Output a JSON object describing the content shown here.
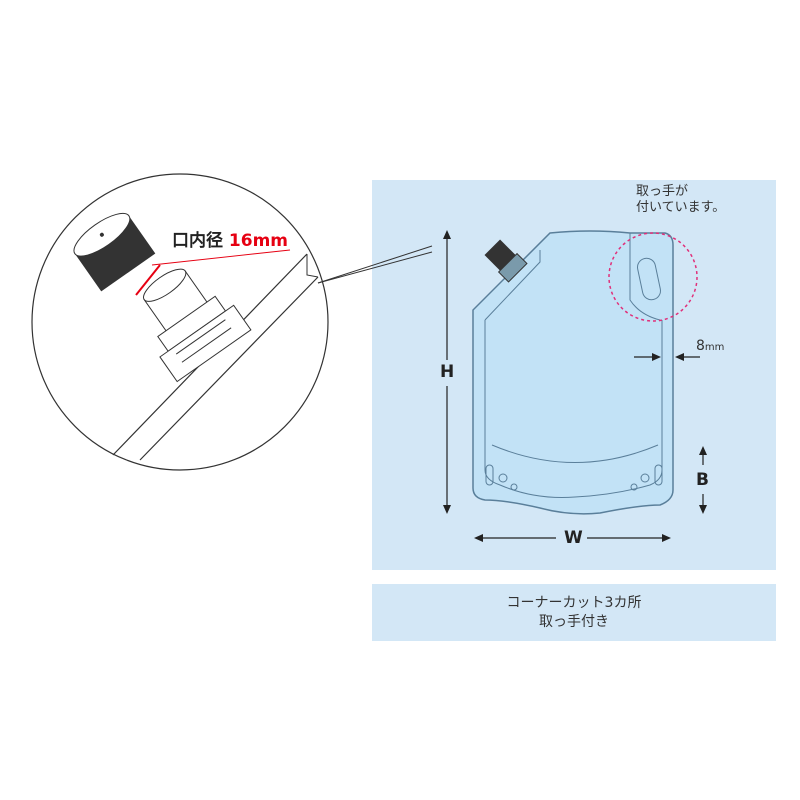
{
  "callout": {
    "label": "口内径",
    "value": "16mm"
  },
  "handle_note": {
    "line1": "取っ手が",
    "line2": "付いています。"
  },
  "dimensions": {
    "height": "H",
    "width": "W",
    "bottom_gusset": "B",
    "seal_width": "8",
    "seal_unit": "mm"
  },
  "caption": {
    "line1": "コーナーカット3カ所",
    "line2": "取っ手付き"
  },
  "colors": {
    "panel": "#d3e7f6",
    "pouch": "#c2e2f6",
    "accent": "#e60012",
    "dashed": "#e0307a"
  }
}
